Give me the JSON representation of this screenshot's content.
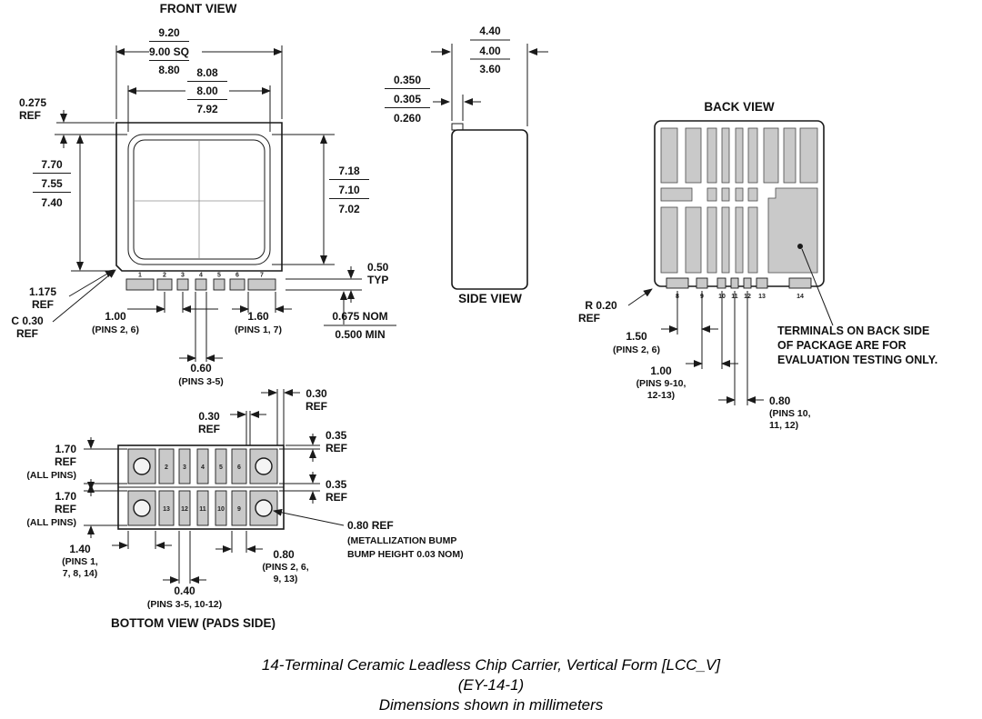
{
  "front_view": {
    "title": "FRONT VIEW",
    "dim_outer": {
      "max": "9.20",
      "nom": "9.00 SQ",
      "min": "8.80"
    },
    "dim_inner": {
      "max": "8.08",
      "nom": "8.00",
      "min": "7.92"
    },
    "dim_left": {
      "max": "7.70",
      "nom": "7.55",
      "min": "7.40"
    },
    "dim_right": {
      "max": "7.18",
      "nom": "7.10",
      "min": "7.02"
    },
    "dim_top_ref": {
      "value": "0.275",
      "unit": "REF"
    },
    "dim_corner": {
      "value": "1.175",
      "unit": "REF"
    },
    "dim_chamfer": {
      "value": "C 0.30",
      "unit": "REF"
    },
    "dim_typ": {
      "value": "0.50",
      "unit": "TYP"
    },
    "dim_standoff": {
      "nom": "0.675 NOM",
      "min": "0.500 MIN"
    },
    "dim_pin26": {
      "value": "1.00",
      "pins": "(PINS 2, 6)"
    },
    "dim_pin17": {
      "value": "1.60",
      "pins": "(PINS 1, 7)"
    },
    "dim_pin35": {
      "value": "0.60",
      "pins": "(PINS 3-5)"
    },
    "pins": [
      "1",
      "2",
      "3",
      "4",
      "5",
      "6",
      "7"
    ]
  },
  "side_view": {
    "title": "SIDE VIEW",
    "dim_width": {
      "max": "4.40",
      "nom": "4.00",
      "min": "3.60"
    },
    "dim_lip": {
      "max": "0.350",
      "nom": "0.305",
      "min": "0.260"
    }
  },
  "back_view": {
    "title": "BACK VIEW",
    "dim_radius": {
      "value": "R 0.20",
      "unit": "REF"
    },
    "dim_150": {
      "value": "1.50",
      "pins": "(PINS 2, 6)"
    },
    "dim_100": {
      "value": "1.00",
      "pins_line1": "(PINS 9-10,",
      "pins_line2": "12-13)"
    },
    "dim_080": {
      "value": "0.80",
      "pins_line1": "(PINS 10,",
      "pins_line2": "11, 12)"
    },
    "note_line1": "TERMINALS ON BACK SIDE",
    "note_line2": "OF PACKAGE ARE FOR",
    "note_line3": "EVALUATION TESTING ONLY.",
    "pins": [
      "8",
      "9",
      "10",
      "11",
      "12",
      "13",
      "14"
    ]
  },
  "bottom_view": {
    "title": "BOTTOM VIEW (PADS SIDE)",
    "dim_gap1": {
      "value": "0.30",
      "unit": "REF"
    },
    "dim_gap2": {
      "value": "0.30",
      "unit": "REF"
    },
    "dim_edge1": {
      "value": "0.35",
      "unit": "REF"
    },
    "dim_edge2": {
      "value": "0.35",
      "unit": "REF"
    },
    "dim_row1": {
      "value": "1.70",
      "unit": "REF",
      "pins": "(ALL PINS)"
    },
    "dim_row2": {
      "value": "1.70",
      "unit": "REF",
      "pins": "(ALL PINS)"
    },
    "dim_wide": {
      "value": "1.40",
      "pins_line1": "(PINS 1,",
      "pins_line2": "7, 8, 14)"
    },
    "dim_narrow": {
      "value": "0.40",
      "pins": "(PINS 3-5, 10-12)"
    },
    "dim_med": {
      "value": "0.80",
      "pins_line1": "(PINS 2, 6,",
      "pins_line2": "9, 13)"
    },
    "dim_bump": {
      "value": "0.80 REF",
      "note_line1": "(METALLIZATION BUMP",
      "note_line2": "BUMP HEIGHT 0.03 NOM)"
    },
    "pins_top": [
      "2",
      "3",
      "4",
      "5",
      "6"
    ],
    "pins_bottom": [
      "13",
      "12",
      "11",
      "10",
      "9"
    ]
  },
  "caption": {
    "line1": "14-Terminal Ceramic Leadless Chip Carrier, Vertical Form [LCC_V]",
    "line2": "(EY-14-1)",
    "line3": "Dimensions shown in millimeters"
  },
  "colors": {
    "line": "#1a1a1a",
    "terminal_fill": "#c9c9c9"
  }
}
